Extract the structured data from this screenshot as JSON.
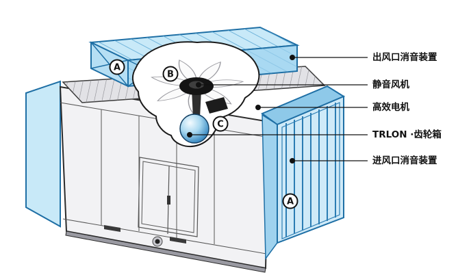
{
  "diagram": {
    "labels": [
      {
        "id": "outlet-silencer",
        "text": "出风口消音装置"
      },
      {
        "id": "silent-fan",
        "text": "静音风机"
      },
      {
        "id": "high-efficiency-motor",
        "text": "高效电机"
      },
      {
        "id": "trlon-gearbox",
        "text": "TRLON ·齿轮箱"
      },
      {
        "id": "inlet-silencer",
        "text": "进风口消音装置"
      }
    ],
    "markers": [
      {
        "letter": "A"
      },
      {
        "letter": "B"
      },
      {
        "letter": "C"
      },
      {
        "letter": "A"
      }
    ],
    "colors": {
      "outline_blue": "#1e6fa5",
      "silencer_light": "#c8e9f8",
      "silencer_mid": "#a9d9f2",
      "silencer_deep": "#8ec9e9",
      "silencer_face": "#cfeaf8",
      "body_fill": "#f2f2f4",
      "line_black": "#1a1a1a"
    }
  }
}
